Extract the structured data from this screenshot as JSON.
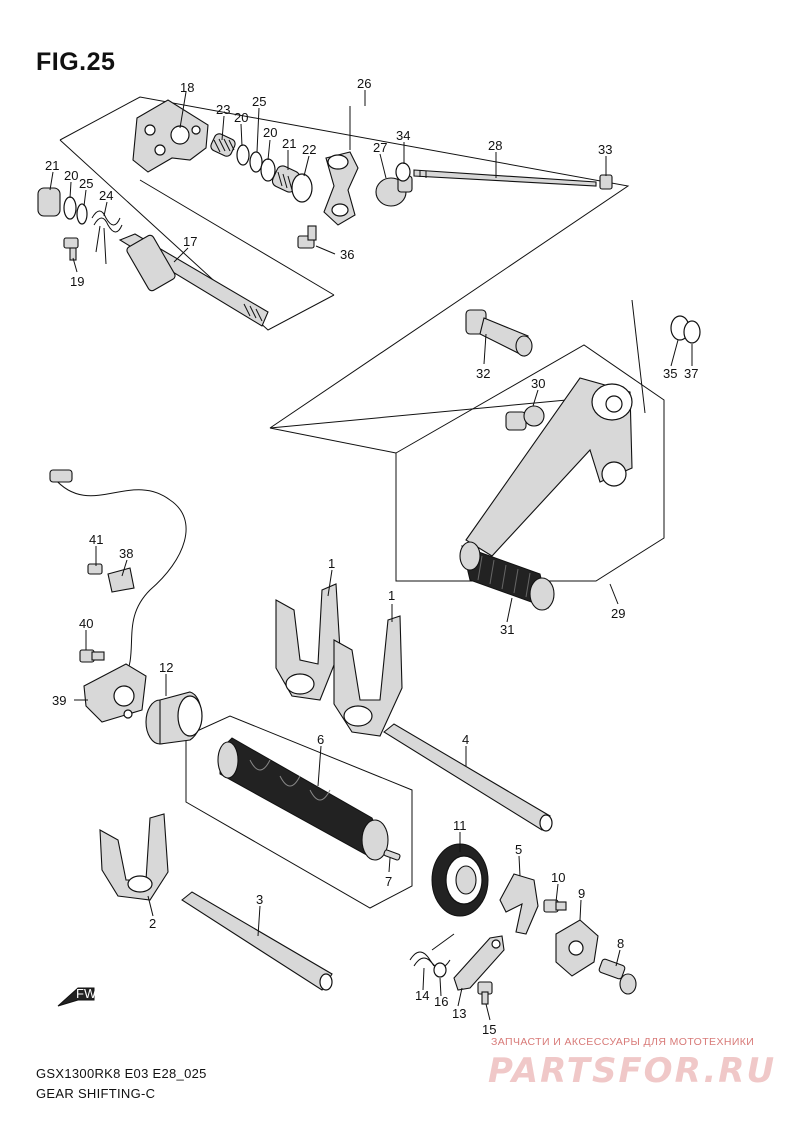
{
  "figure": {
    "title": "FIG.25"
  },
  "footer": {
    "model": "GSX1300RK8 E03 E28_025",
    "name": "GEAR SHIFTING-C"
  },
  "direction_marker": {
    "label": "FWD",
    "icon": "fwd-arrow-icon"
  },
  "watermark": {
    "caption": "ЗАПЧАСТИ И АКСЕССУАРЫ ДЛЯ МОТОТЕХНИКИ",
    "logo": "PARTSFOR.RU"
  },
  "callouts": {
    "c18": "18",
    "c23": "23",
    "c20a": "20",
    "c25a": "25",
    "c20b": "20",
    "c21a": "21",
    "c22": "22",
    "c26": "26",
    "c27": "27",
    "c34": "34",
    "c28": "28",
    "c33": "33",
    "c21b": "21",
    "c20c": "20",
    "c25b": "25",
    "c24": "24",
    "c17": "17",
    "c19": "19",
    "c36": "36",
    "c32": "32",
    "c30": "30",
    "c35": "35",
    "c37": "37",
    "c29": "29",
    "c31": "31",
    "c41": "41",
    "c38": "38",
    "c40": "40",
    "c39": "39",
    "c12": "12",
    "c1a": "1",
    "c1b": "1",
    "c6": "6",
    "c4": "4",
    "c11": "11",
    "c5": "5",
    "c10": "10",
    "c9": "9",
    "c8": "8",
    "c7": "7",
    "c2": "2",
    "c3": "3",
    "c14": "14",
    "c16": "16",
    "c13": "13",
    "c15": "15"
  }
}
